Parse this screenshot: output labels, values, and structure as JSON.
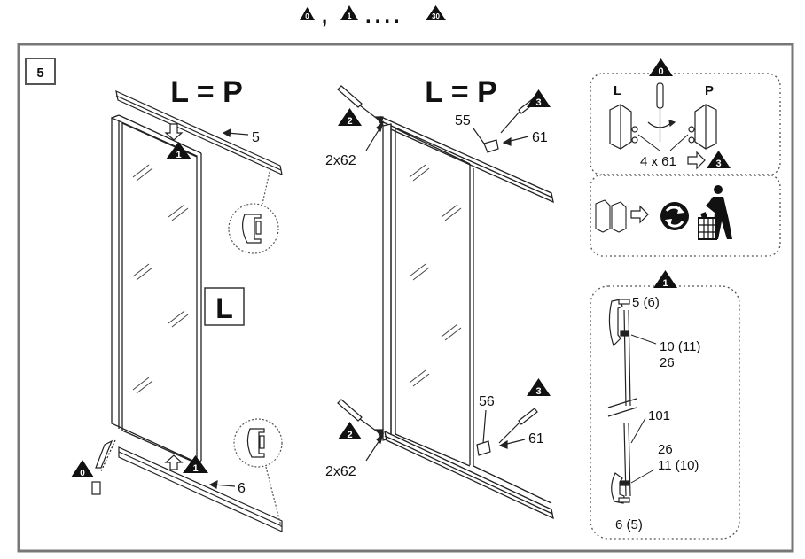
{
  "header": {
    "sequence": [
      {
        "text": "0",
        "kind": "triangle"
      },
      {
        "text": ",",
        "kind": "separator"
      },
      {
        "text": "1",
        "kind": "triangle"
      },
      {
        "text": "....",
        "kind": "separator"
      },
      {
        "text": "30",
        "kind": "triangle"
      }
    ]
  },
  "step": {
    "number": "5"
  },
  "left_panel": {
    "formula": "L = P",
    "part_top": "5",
    "part_bottom": "6",
    "badge_top": "1",
    "badge_bottom": "1",
    "badge_clip": "0",
    "side_label": "L"
  },
  "middle_panel": {
    "formula": "L = P",
    "top": {
      "screwdriver_badge": "2",
      "qty_label": "2x62",
      "part_a": "55",
      "part_b": "61",
      "badge": "3"
    },
    "bottom": {
      "screwdriver_badge": "2",
      "qty_label": "2x62",
      "part_a": "56",
      "part_b": "61",
      "badge": "3"
    }
  },
  "detail_0": {
    "badge": "0",
    "left_label": "L",
    "right_label": "P",
    "qty_label": "4 x 61",
    "badge_ref": "3"
  },
  "detail_1": {
    "badge": "1",
    "labels": [
      "5 (6)",
      "10 (11)",
      "26",
      "101",
      "26",
      "11 (10)",
      "6 (5)"
    ]
  },
  "icons": [
    "screwdriver-icon",
    "recycle-icon",
    "trash-bin-icon"
  ]
}
